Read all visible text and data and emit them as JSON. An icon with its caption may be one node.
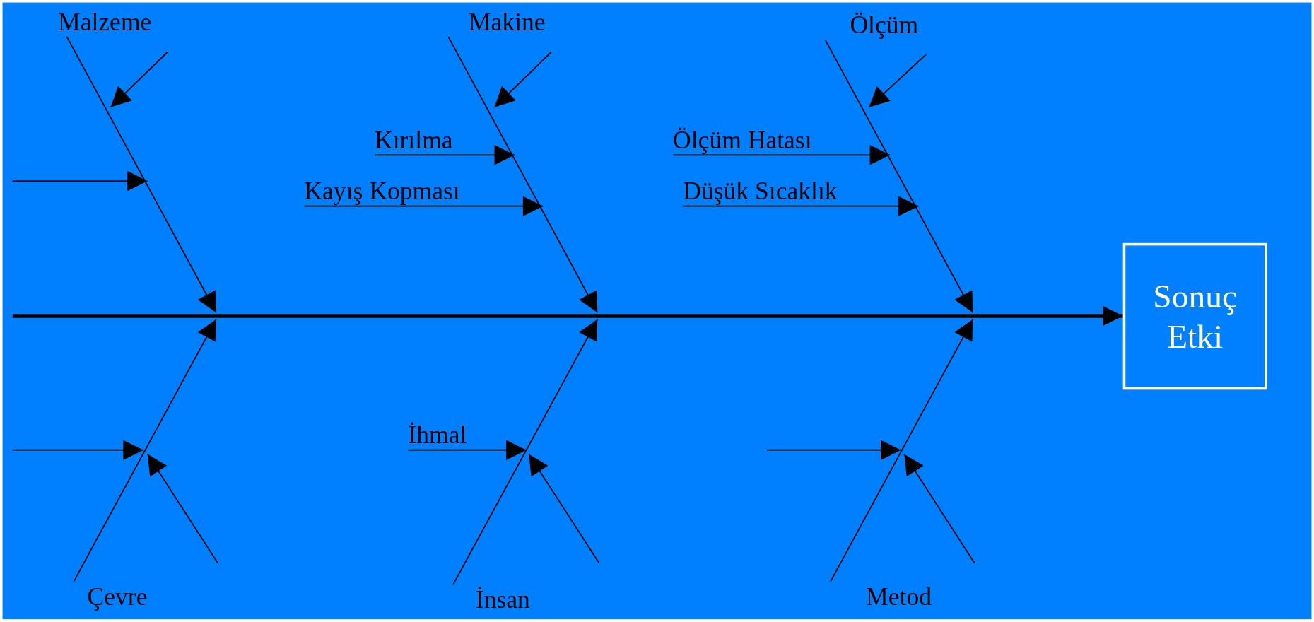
{
  "diagram": {
    "nodes": [
      {
        "text": [
          "Malzeme"
        ]
      },
      {
        "text": [
          "Makine"
        ]
      },
      {
        "text": [
          "Ölçüm"
        ]
      },
      {
        "text": [
          "Kırılma"
        ]
      },
      {
        "text": [
          "Ölçüm Hatası"
        ]
      },
      {
        "text": [
          "Kayış Kopması"
        ]
      },
      {
        "text": [
          "Düşük Sıcaklık"
        ]
      },
      {
        "text": [
          "Sonuç Etki"
        ]
      },
      {
        "text": [
          "İhmal"
        ]
      },
      {
        "text": [
          "Çevre"
        ]
      },
      {
        "text": [
          "İnsan"
        ]
      },
      {
        "text": [
          "Metod"
        ]
      }
    ],
    "edges": [
      {
        "from": null,
        "to": 7,
        "arrow": "to",
        "style": "thick"
      },
      {
        "from": 0,
        "to": null,
        "arrow": "to"
      },
      {
        "from": 1,
        "to": null,
        "arrow": "to"
      },
      {
        "from": 2,
        "to": null,
        "arrow": "to"
      },
      {
        "from": 9,
        "to": null,
        "arrow": "to"
      },
      {
        "from": 10,
        "to": null,
        "arrow": "to"
      },
      {
        "from": 11,
        "to": null,
        "arrow": "to"
      },
      {
        "from": 3,
        "to": null,
        "arrow": "to"
      },
      {
        "from": 5,
        "to": null,
        "arrow": "to"
      },
      {
        "from": 4,
        "to": null,
        "arrow": "to"
      },
      {
        "from": 6,
        "to": null,
        "arrow": "to"
      },
      {
        "from": 8,
        "to": null,
        "arrow": "to"
      }
    ]
  }
}
